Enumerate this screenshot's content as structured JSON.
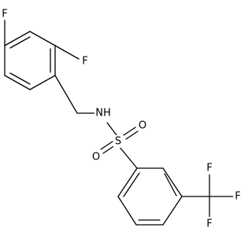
{
  "structure": {
    "atom_labels": {
      "f_top": "F",
      "f_ortho": "F",
      "nh": "NH",
      "s": "S",
      "o_top": "O",
      "o_bottom": "O",
      "f_cf3_top": "F",
      "f_cf3_right": "F",
      "f_cf3_bottom": "F"
    },
    "colors": {
      "bond": "#000000",
      "label": "#000000",
      "background": "#ffffff"
    }
  }
}
